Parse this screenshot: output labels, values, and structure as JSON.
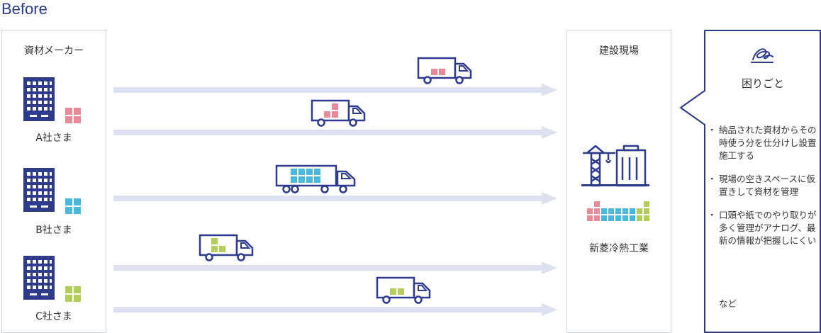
{
  "title": "Before",
  "supplier_panel": {
    "title": "資材メーカー",
    "companies": [
      "A社さま",
      "B社さま",
      "C社さま"
    ]
  },
  "site_panel": {
    "title": "建設現場",
    "company": "新菱冷熱工業"
  },
  "callout": {
    "title": "困りごと",
    "issues": [
      "納品された資材からその時使う分を仕分けし設置施工する",
      "現場の空きスペースに仮置きして資材を管理",
      "口頭や紙でのやり取りが多く管理がアナログ、最新の情報が把握しにくい"
    ],
    "etc": "など"
  },
  "colors": {
    "navy": "#2e3a8c",
    "arrow": "#dde0ef",
    "pink": "#e98a9a",
    "blue": "#4ab8da",
    "green": "#b3cd5a",
    "border": "#cfd3da"
  }
}
